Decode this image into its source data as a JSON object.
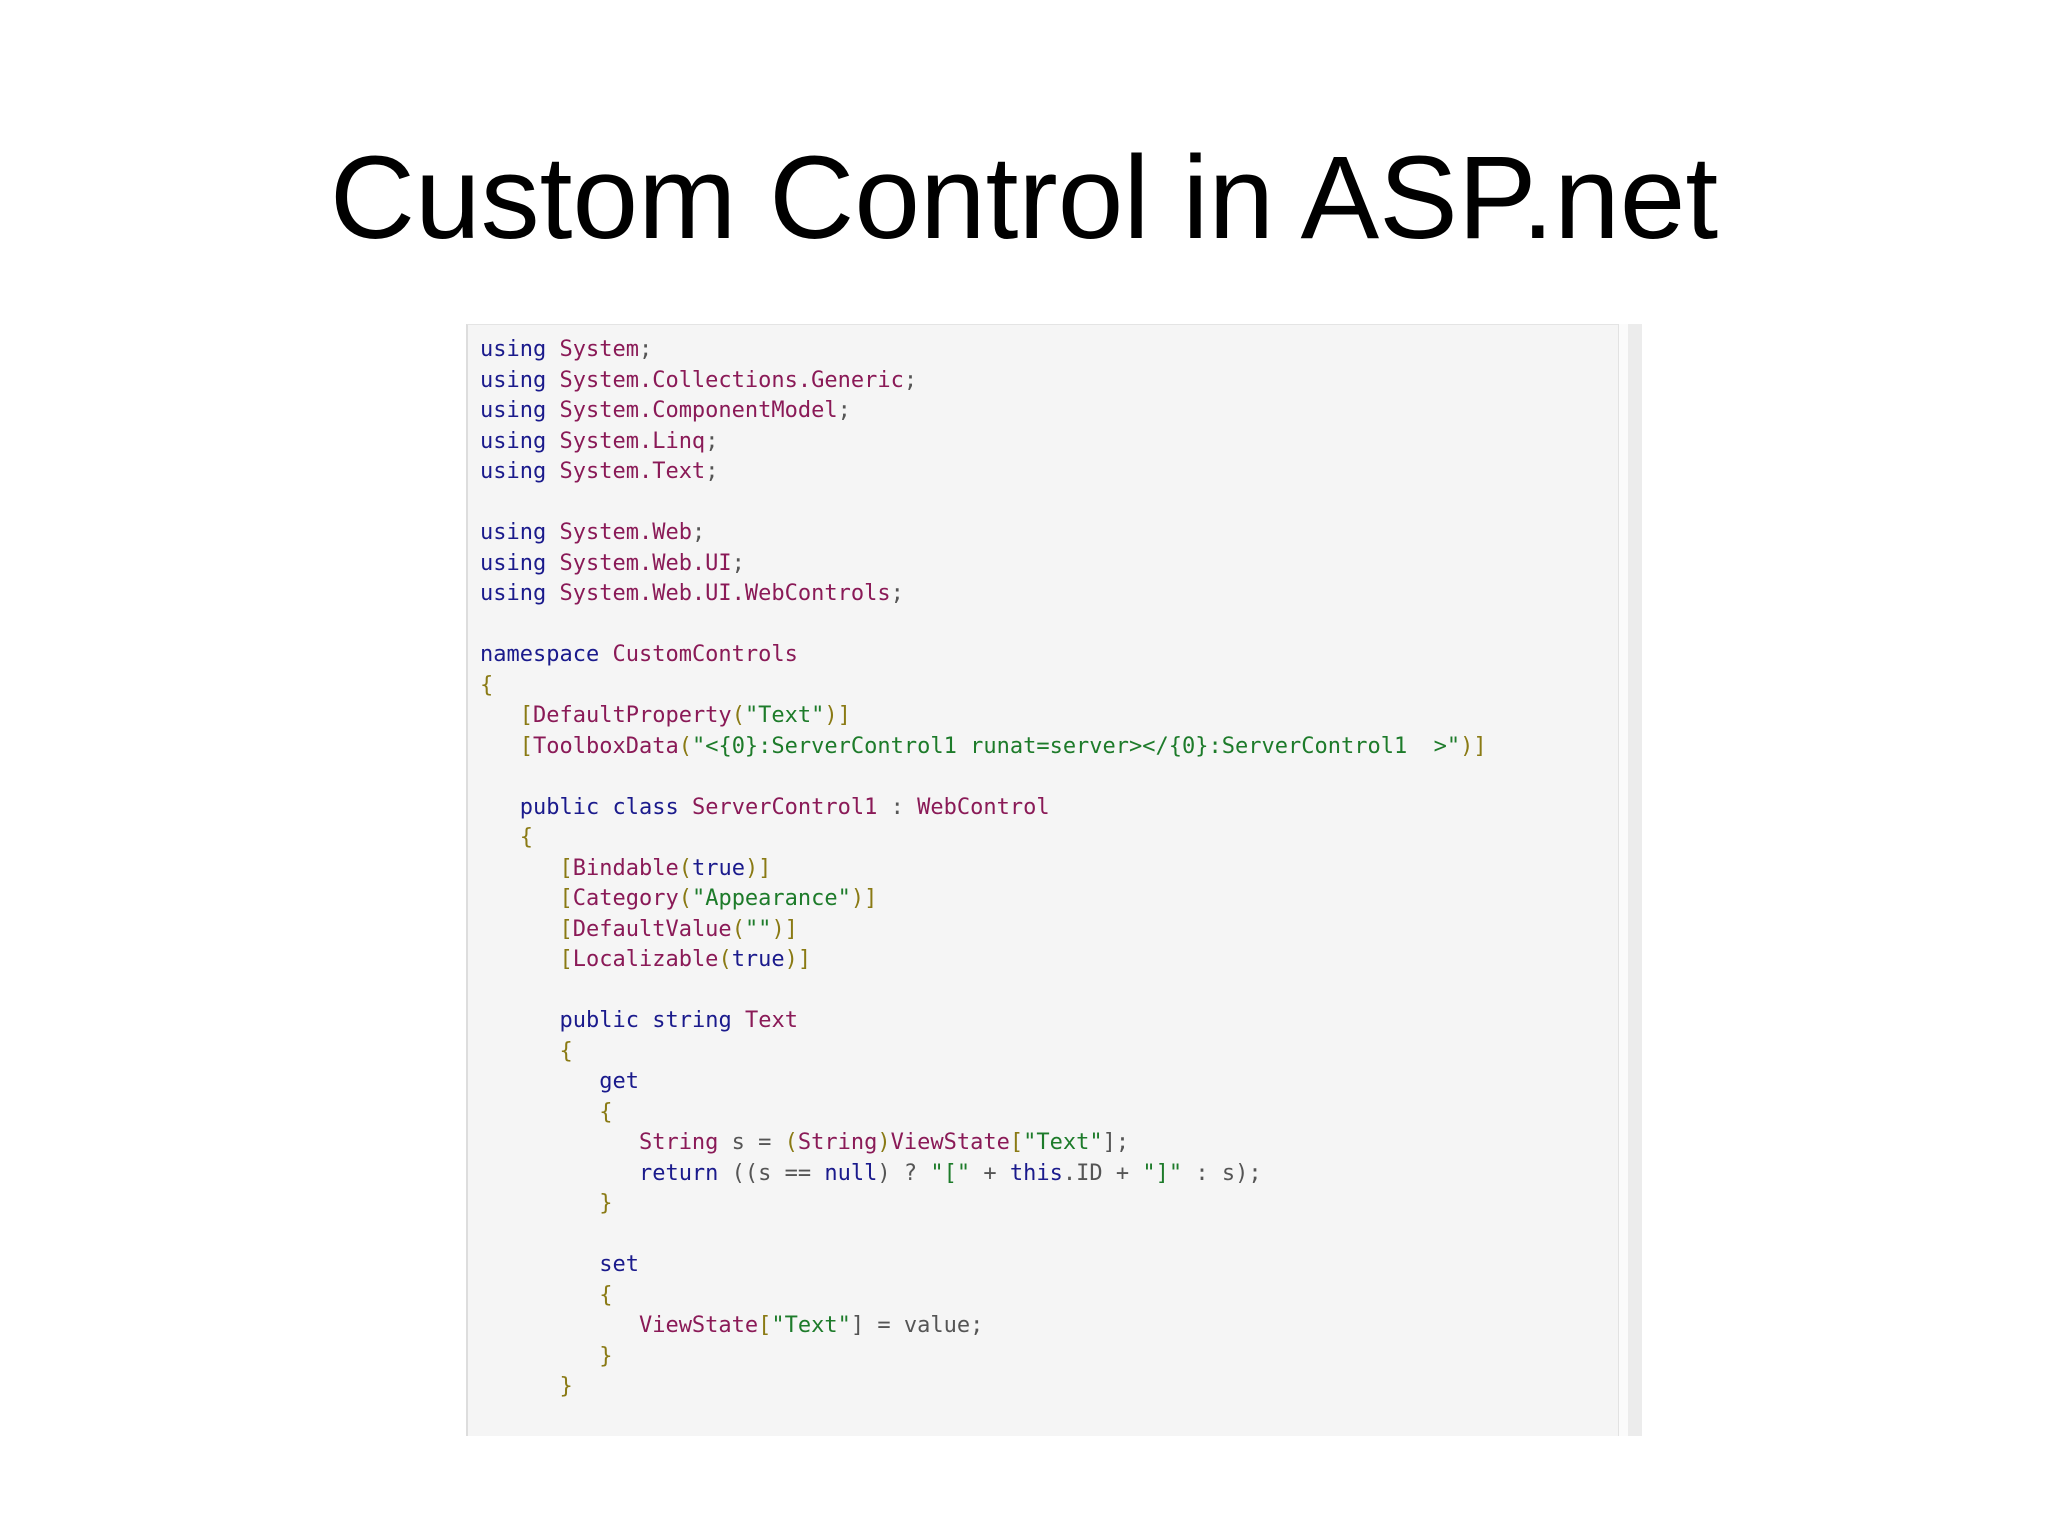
{
  "slide": {
    "title": "Custom Control in ASP.net"
  },
  "code": {
    "lines": [
      [
        {
          "t": "using",
          "c": "kw"
        },
        {
          "t": " ",
          "c": "tx"
        },
        {
          "t": "System",
          "c": "ty"
        },
        {
          "t": ";",
          "c": "tx"
        }
      ],
      [
        {
          "t": "using",
          "c": "kw"
        },
        {
          "t": " ",
          "c": "tx"
        },
        {
          "t": "System.Collections.Generic",
          "c": "ty"
        },
        {
          "t": ";",
          "c": "tx"
        }
      ],
      [
        {
          "t": "using",
          "c": "kw"
        },
        {
          "t": " ",
          "c": "tx"
        },
        {
          "t": "System.ComponentModel",
          "c": "ty"
        },
        {
          "t": ";",
          "c": "tx"
        }
      ],
      [
        {
          "t": "using",
          "c": "kw"
        },
        {
          "t": " ",
          "c": "tx"
        },
        {
          "t": "System.Linq",
          "c": "ty"
        },
        {
          "t": ";",
          "c": "tx"
        }
      ],
      [
        {
          "t": "using",
          "c": "kw"
        },
        {
          "t": " ",
          "c": "tx"
        },
        {
          "t": "System.Text",
          "c": "ty"
        },
        {
          "t": ";",
          "c": "tx"
        }
      ],
      [],
      [
        {
          "t": "using",
          "c": "kw"
        },
        {
          "t": " ",
          "c": "tx"
        },
        {
          "t": "System.Web",
          "c": "ty"
        },
        {
          "t": ";",
          "c": "tx"
        }
      ],
      [
        {
          "t": "using",
          "c": "kw"
        },
        {
          "t": " ",
          "c": "tx"
        },
        {
          "t": "System.Web.UI",
          "c": "ty"
        },
        {
          "t": ";",
          "c": "tx"
        }
      ],
      [
        {
          "t": "using",
          "c": "kw"
        },
        {
          "t": " ",
          "c": "tx"
        },
        {
          "t": "System.Web.UI.WebControls",
          "c": "ty"
        },
        {
          "t": ";",
          "c": "tx"
        }
      ],
      [],
      [
        {
          "t": "namespace",
          "c": "kw"
        },
        {
          "t": " ",
          "c": "tx"
        },
        {
          "t": "CustomControls",
          "c": "ty"
        }
      ],
      [
        {
          "t": "{",
          "c": "pn"
        }
      ],
      [
        {
          "t": "   ",
          "c": "tx"
        },
        {
          "t": "[",
          "c": "pn"
        },
        {
          "t": "DefaultProperty",
          "c": "ty"
        },
        {
          "t": "(",
          "c": "pn"
        },
        {
          "t": "\"Text\"",
          "c": "str"
        },
        {
          "t": ")]",
          "c": "pn"
        }
      ],
      [
        {
          "t": "   ",
          "c": "tx"
        },
        {
          "t": "[",
          "c": "pn"
        },
        {
          "t": "ToolboxData",
          "c": "ty"
        },
        {
          "t": "(",
          "c": "pn"
        },
        {
          "t": "\"<{0}:ServerControl1 runat=server></{0}:ServerControl1  >\"",
          "c": "str"
        },
        {
          "t": ")]",
          "c": "pn"
        }
      ],
      [],
      [
        {
          "t": "   ",
          "c": "tx"
        },
        {
          "t": "public",
          "c": "kw"
        },
        {
          "t": " ",
          "c": "tx"
        },
        {
          "t": "class",
          "c": "kw"
        },
        {
          "t": " ",
          "c": "tx"
        },
        {
          "t": "ServerControl1",
          "c": "ty"
        },
        {
          "t": " : ",
          "c": "tx"
        },
        {
          "t": "WebControl",
          "c": "ty"
        }
      ],
      [
        {
          "t": "   ",
          "c": "tx"
        },
        {
          "t": "{",
          "c": "pn"
        }
      ],
      [
        {
          "t": "      ",
          "c": "tx"
        },
        {
          "t": "[",
          "c": "pn"
        },
        {
          "t": "Bindable",
          "c": "ty"
        },
        {
          "t": "(",
          "c": "pn"
        },
        {
          "t": "true",
          "c": "lk"
        },
        {
          "t": ")]",
          "c": "pn"
        }
      ],
      [
        {
          "t": "      ",
          "c": "tx"
        },
        {
          "t": "[",
          "c": "pn"
        },
        {
          "t": "Category",
          "c": "ty"
        },
        {
          "t": "(",
          "c": "pn"
        },
        {
          "t": "\"Appearance\"",
          "c": "str"
        },
        {
          "t": ")]",
          "c": "pn"
        }
      ],
      [
        {
          "t": "      ",
          "c": "tx"
        },
        {
          "t": "[",
          "c": "pn"
        },
        {
          "t": "DefaultValue",
          "c": "ty"
        },
        {
          "t": "(",
          "c": "pn"
        },
        {
          "t": "\"\"",
          "c": "str"
        },
        {
          "t": ")]",
          "c": "pn"
        }
      ],
      [
        {
          "t": "      ",
          "c": "tx"
        },
        {
          "t": "[",
          "c": "pn"
        },
        {
          "t": "Localizable",
          "c": "ty"
        },
        {
          "t": "(",
          "c": "pn"
        },
        {
          "t": "true",
          "c": "lk"
        },
        {
          "t": ")]",
          "c": "pn"
        }
      ],
      [],
      [
        {
          "t": "      ",
          "c": "tx"
        },
        {
          "t": "public",
          "c": "kw"
        },
        {
          "t": " ",
          "c": "tx"
        },
        {
          "t": "string",
          "c": "kw"
        },
        {
          "t": " ",
          "c": "tx"
        },
        {
          "t": "Text",
          "c": "ty"
        }
      ],
      [
        {
          "t": "      ",
          "c": "tx"
        },
        {
          "t": "{",
          "c": "pn"
        }
      ],
      [
        {
          "t": "         ",
          "c": "tx"
        },
        {
          "t": "get",
          "c": "kw"
        }
      ],
      [
        {
          "t": "         ",
          "c": "tx"
        },
        {
          "t": "{",
          "c": "pn"
        }
      ],
      [
        {
          "t": "            ",
          "c": "tx"
        },
        {
          "t": "String",
          "c": "ty"
        },
        {
          "t": " s = ",
          "c": "tx"
        },
        {
          "t": "(",
          "c": "pn"
        },
        {
          "t": "String",
          "c": "ty"
        },
        {
          "t": ")",
          "c": "pn"
        },
        {
          "t": "ViewState",
          "c": "ty"
        },
        {
          "t": "[",
          "c": "pn"
        },
        {
          "t": "\"Text\"",
          "c": "str"
        },
        {
          "t": "];",
          "c": "tx"
        }
      ],
      [
        {
          "t": "            ",
          "c": "tx"
        },
        {
          "t": "return",
          "c": "kw"
        },
        {
          "t": " ((s == ",
          "c": "tx"
        },
        {
          "t": "null",
          "c": "lk"
        },
        {
          "t": ") ? ",
          "c": "tx"
        },
        {
          "t": "\"[\"",
          "c": "str"
        },
        {
          "t": " + ",
          "c": "tx"
        },
        {
          "t": "this",
          "c": "lk"
        },
        {
          "t": ".ID + ",
          "c": "tx"
        },
        {
          "t": "\"]\"",
          "c": "str"
        },
        {
          "t": " : s);",
          "c": "tx"
        }
      ],
      [
        {
          "t": "         ",
          "c": "tx"
        },
        {
          "t": "}",
          "c": "pn"
        }
      ],
      [],
      [
        {
          "t": "         ",
          "c": "tx"
        },
        {
          "t": "set",
          "c": "kw"
        }
      ],
      [
        {
          "t": "         ",
          "c": "tx"
        },
        {
          "t": "{",
          "c": "pn"
        }
      ],
      [
        {
          "t": "            ",
          "c": "tx"
        },
        {
          "t": "ViewState",
          "c": "ty"
        },
        {
          "t": "[",
          "c": "pn"
        },
        {
          "t": "\"Text\"",
          "c": "str"
        },
        {
          "t": "] = value;",
          "c": "tx"
        }
      ],
      [
        {
          "t": "         ",
          "c": "tx"
        },
        {
          "t": "}",
          "c": "pn"
        }
      ],
      [
        {
          "t": "      ",
          "c": "tx"
        },
        {
          "t": "}",
          "c": "pn"
        }
      ]
    ]
  }
}
